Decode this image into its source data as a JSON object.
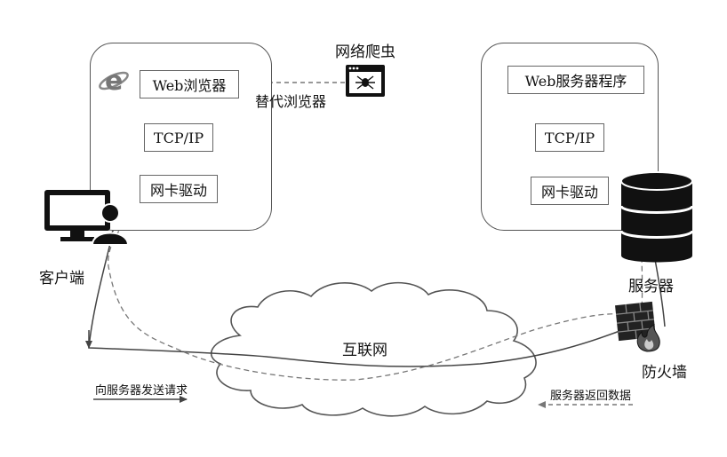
{
  "client": {
    "browser_label": "Web浏览器",
    "tcpip_label": "TCP/IP",
    "nic_label": "网卡驱动",
    "caption": "客户端"
  },
  "server": {
    "app_label": "Web服务器程序",
    "tcpip_label": "TCP/IP",
    "nic_label": "网卡驱动",
    "caption": "服务器"
  },
  "crawler": {
    "title": "网络爬虫",
    "replace_label": "替代浏览器"
  },
  "internet": {
    "label": "互联网"
  },
  "firewall": {
    "label": "防火墙"
  },
  "legend": {
    "request_label": "向服务器发送请求",
    "response_label": "服务器返回数据"
  },
  "colors": {
    "line": "#444444",
    "dashed_line": "#777777",
    "box_border": "#666666",
    "icon_dark": "#111111"
  },
  "icons": [
    "ie-browser-icon",
    "crawler-icon",
    "computer-user-icon",
    "database-server-icon",
    "firewall-icon"
  ]
}
